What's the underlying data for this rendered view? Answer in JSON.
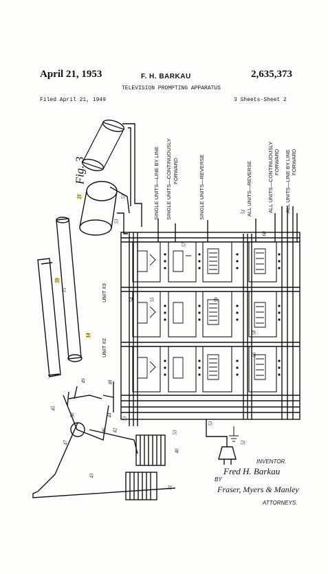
{
  "header": {
    "date": "April 21, 1953",
    "inventor": "F. H. BARKAU",
    "patent_number": "2,635,373",
    "title": "TELEVISION PROMPTING APPARATUS",
    "filed": "Filed April 21, 1949",
    "sheets": "3 Sheets-Sheet 2"
  },
  "figure": {
    "label": "Fig. 3",
    "labels": {
      "l1": "SINGLE UNITS—LINE BY LINE",
      "l2a": "SINGLE UNITS—CONTINUOUSLY",
      "l2b": "FORWARD",
      "l3": "SINGLE UNITS—REVERSE",
      "l4": "ALL UNITS—REVERSE",
      "l5a": "ALL UNITS—CONTINUOUSLY",
      "l5b": "FORWARD",
      "l6a": "ALL UNITS—LINE BY LINE",
      "l6b": "FORWARD",
      "unit3": "UNIT #3",
      "unit2": "UNIT #2"
    },
    "refs": [
      "21",
      "53",
      "53",
      "15",
      "59",
      "14",
      "49",
      "48",
      "45",
      "50",
      "46",
      "44",
      "47",
      "42",
      "43",
      "53",
      "53",
      "40",
      "41",
      "52",
      "54",
      "55",
      "56",
      "57",
      "58",
      "59",
      "60",
      "51",
      "53"
    ]
  },
  "signature": {
    "inventor_label": "INVENTOR.",
    "inventor_sig": "Fred H. Barkau",
    "by": "BY",
    "attorney_sig": "Fraser, Myers & Manley",
    "attorneys_label": "ATTORNEYS."
  }
}
